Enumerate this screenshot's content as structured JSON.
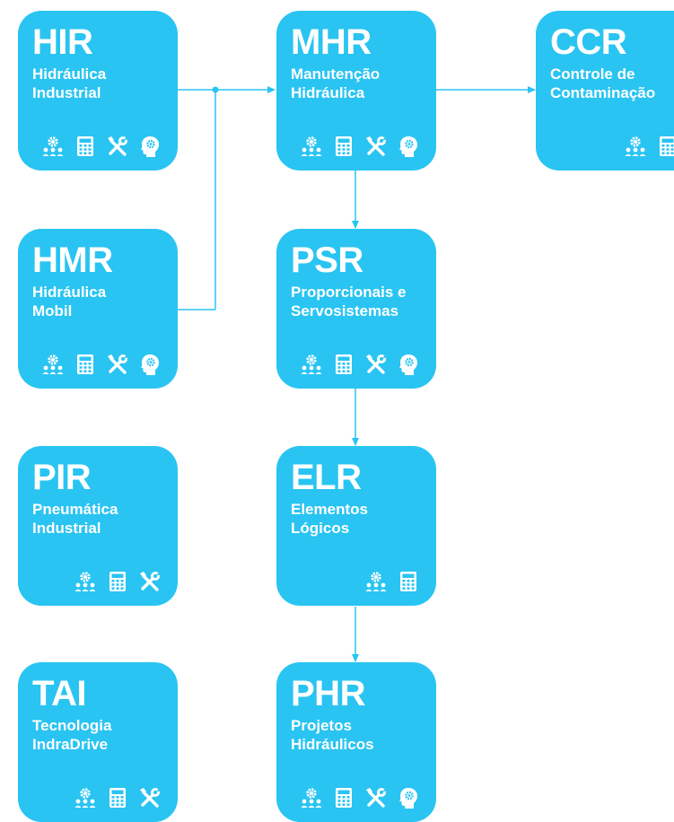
{
  "colors": {
    "card": "#29c4f2",
    "connector": "#29c4f2",
    "text": "#ffffff"
  },
  "courses": {
    "hir": {
      "code": "HIR",
      "name": "Hidráulica\nIndustrial",
      "icons": [
        "training-icon",
        "calculator-icon",
        "tools-icon",
        "brain-icon"
      ]
    },
    "hmr": {
      "code": "HMR",
      "name": "Hidráulica\nMobil",
      "icons": [
        "training-icon",
        "calculator-icon",
        "tools-icon",
        "brain-icon"
      ]
    },
    "pir": {
      "code": "PIR",
      "name": "Pneumática\nIndustrial",
      "icons": [
        "training-icon",
        "calculator-icon",
        "tools-icon"
      ]
    },
    "tai": {
      "code": "TAI",
      "name": "Tecnologia\nIndraDrive",
      "icons": [
        "training-icon",
        "calculator-icon",
        "tools-icon"
      ]
    },
    "mhr": {
      "code": "MHR",
      "name": "Manutenção\nHidráulica",
      "icons": [
        "training-icon",
        "calculator-icon",
        "tools-icon",
        "brain-icon"
      ]
    },
    "psr": {
      "code": "PSR",
      "name": "Proporcionais e\nServosistemas",
      "icons": [
        "training-icon",
        "calculator-icon",
        "tools-icon",
        "brain-icon"
      ]
    },
    "elr": {
      "code": "ELR",
      "name": "Elementos\nLógicos",
      "icons": [
        "training-icon",
        "calculator-icon"
      ]
    },
    "phr": {
      "code": "PHR",
      "name": "Projetos\nHidráulicos",
      "icons": [
        "training-icon",
        "calculator-icon",
        "tools-icon",
        "brain-icon"
      ]
    },
    "ccr": {
      "code": "CCR",
      "name": "Controle de\nContaminação",
      "icons": [
        "training-icon",
        "calculator-icon"
      ]
    }
  },
  "connections": [
    {
      "from": "HIR",
      "to": "MHR"
    },
    {
      "from": "HMR",
      "to": "MHR"
    },
    {
      "from": "MHR",
      "to": "CCR"
    },
    {
      "from": "MHR",
      "to": "PSR"
    },
    {
      "from": "PSR",
      "to": "ELR"
    },
    {
      "from": "ELR",
      "to": "PHR"
    }
  ]
}
